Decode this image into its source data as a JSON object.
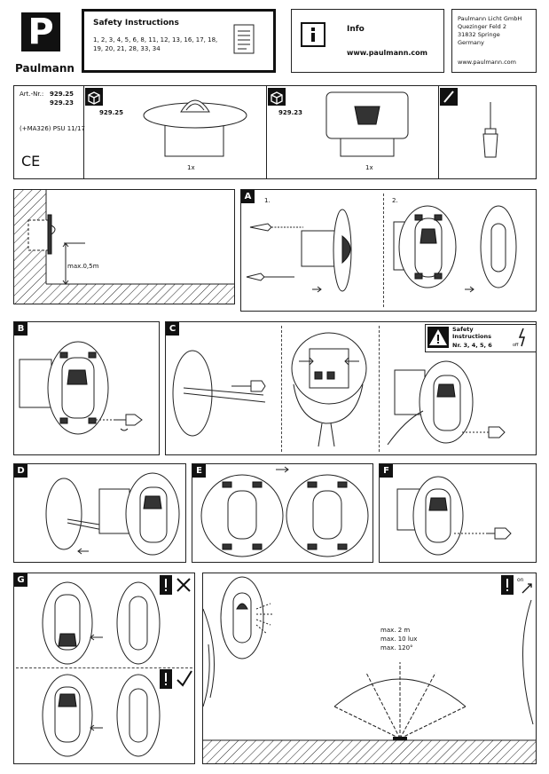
{
  "header": {
    "brand": "Paulmann",
    "logo_letter": "P",
    "safety_title": "Safety Instructions",
    "safety_numbers_line1": "1, 2, 3, 4, 5, 6, 8, 11, 12, 13, 16, 17, 18,",
    "safety_numbers_line2": "19, 20, 21, 28, 33, 34",
    "info_label": "Info",
    "info_url": "www.paulmann.com",
    "address_lines": [
      "Paulmann Licht GmbH",
      "Quezinger Feld 2",
      "31832 Springe",
      "Germany"
    ],
    "address_url": "www.paulmann.com"
  },
  "product": {
    "art_nr_label": "Art.-Nr.:",
    "art_nr_1": "929.25",
    "art_nr_2": "929.23",
    "psu_note": "(+MA326) PSU 11/17",
    "ce_mark": "CE",
    "variant_a_code": "929.25",
    "variant_b_code": "929.23",
    "qty_a": "1x",
    "qty_b": "1x"
  },
  "steps": {
    "wall_distance": "max.0,5m",
    "a_label": "A",
    "a_sub1": "1.",
    "a_sub2": "2.",
    "b_label": "B",
    "c_label": "C",
    "c_safety_title_1": "Safety",
    "c_safety_title_2": "Instructions",
    "c_safety_nums": "Nr. 3, 4, 5, 6",
    "c_off": "off",
    "d_label": "D",
    "e_label": "E",
    "f_label": "F",
    "g_label": "G",
    "sensor_on": "on",
    "sensor_range": "max. 2 m",
    "sensor_lux": "max. 10 lux",
    "sensor_angle": "max. 120°"
  }
}
